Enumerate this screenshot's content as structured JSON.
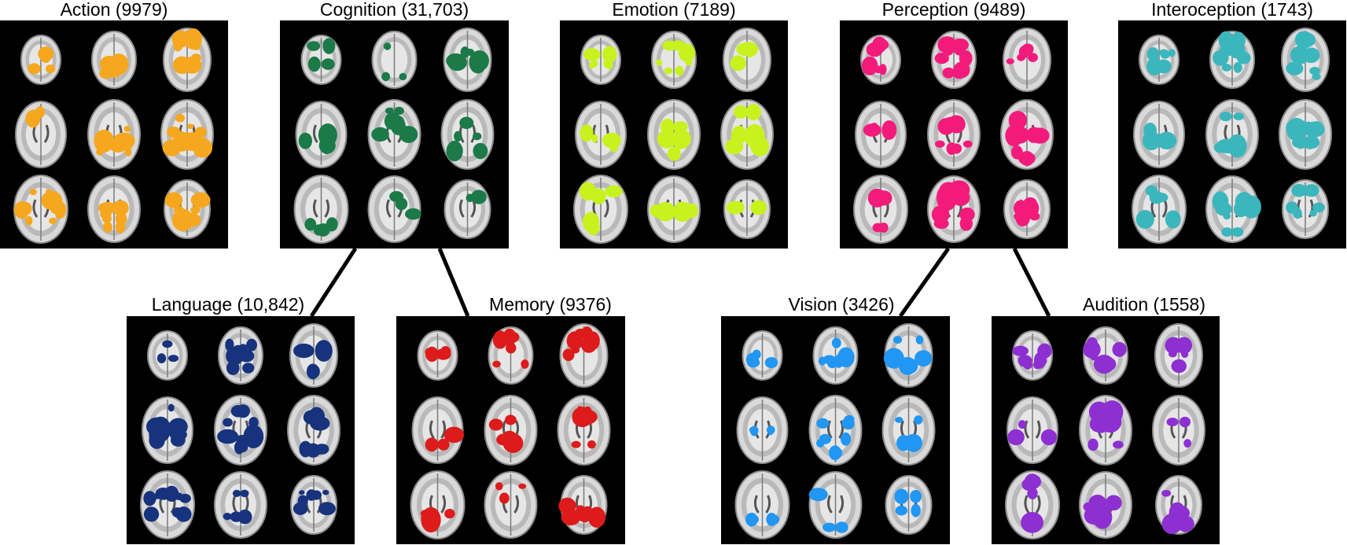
{
  "panels": {
    "action": {
      "title": "Action (9979)",
      "color": "#f6a71e"
    },
    "cognition": {
      "title": "Cognition (31,703)",
      "color": "#1b7a48"
    },
    "emotion": {
      "title": "Emotion (7189)",
      "color": "#c8f21d"
    },
    "perception": {
      "title": "Perception (9489)",
      "color": "#f21b7c"
    },
    "interoception": {
      "title": "Interoception (1743)",
      "color": "#3cb6bd"
    },
    "language": {
      "title": "Language (10,842)",
      "color": "#17337e"
    },
    "memory": {
      "title": "Memory (9376)",
      "color": "#dd1b1b"
    },
    "vision": {
      "title": "Vision (3426)",
      "color": "#2196f3"
    },
    "audition": {
      "title": "Audition (1558)",
      "color": "#8e2fd2"
    }
  }
}
